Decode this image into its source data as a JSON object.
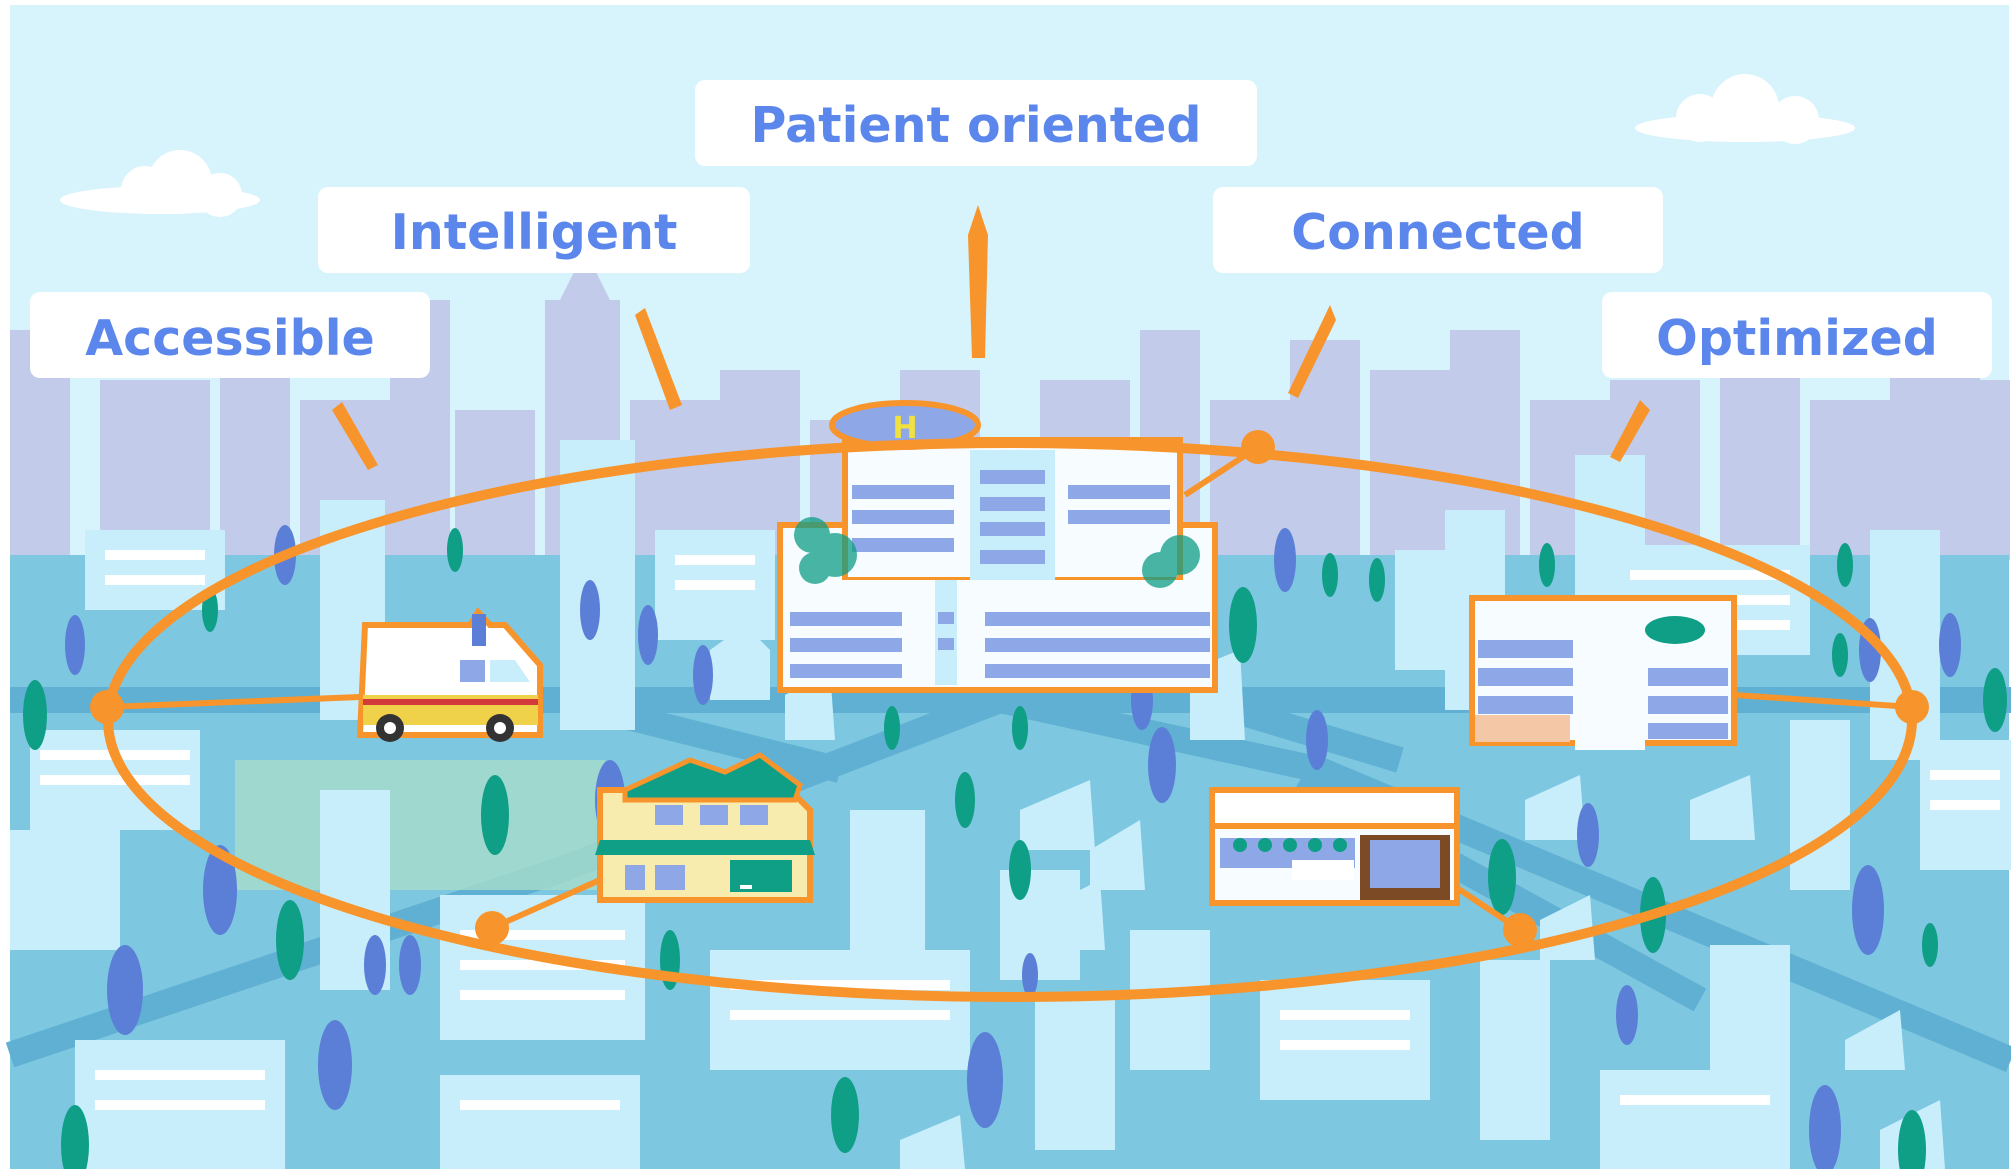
{
  "colors": {
    "sky": "#d7f3fb",
    "skyline": "#c3cbeb",
    "ground": "#7ec7e0",
    "road": "#5fb0d2",
    "building_light": "#c9eefb",
    "building_white": "#f6fcff",
    "tree_blue": "#5b7fd6",
    "tree_teal": "#0f9e86",
    "accent_orange": "#f7942c",
    "label_text": "#5b86ec",
    "window": "#8ea7e6",
    "park": "#a6dccb"
  },
  "labels": {
    "accessible": "Accessible",
    "intelligent": "Intelligent",
    "patient_oriented": "Patient oriented",
    "connected": "Connected",
    "optimized": "Optimized"
  },
  "icons": [
    "hospital-icon",
    "ambulance-icon",
    "house-icon",
    "clinic-icon",
    "pharmacy-icon",
    "helipad-icon",
    "cloud-icon",
    "tree-icon"
  ]
}
